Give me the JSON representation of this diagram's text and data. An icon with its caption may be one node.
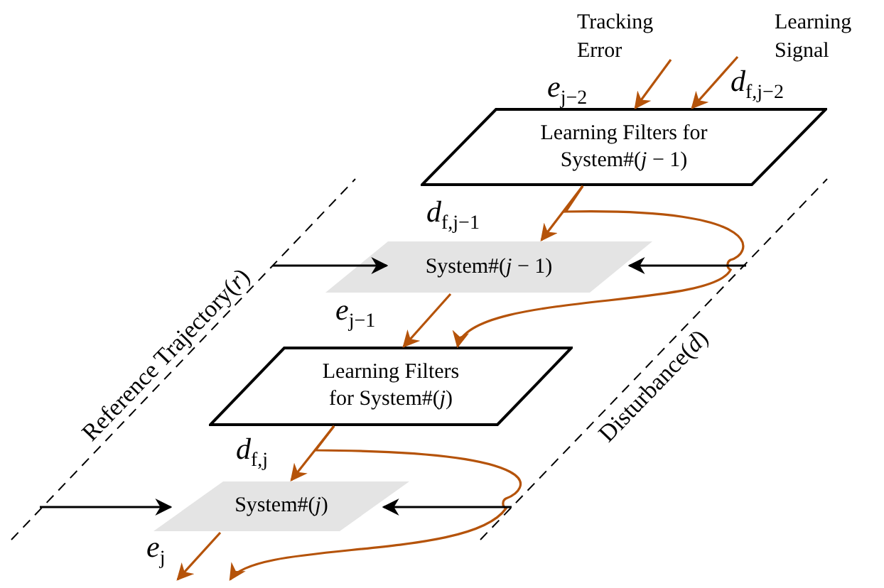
{
  "diagram": {
    "nodes": [
      {
        "text": [
          "Tracking Error"
        ]
      },
      {
        "text": [
          "Learning Signal"
        ]
      },
      {
        "text": [
          "Learning Filters for System#(*j* − 1)"
        ]
      },
      {
        "text": [
          "System#(*j* − 1)"
        ]
      },
      {
        "text": [
          "Learning Filters for System#(*j*)"
        ]
      },
      {
        "text": [
          "System#(*j*)"
        ]
      }
    ],
    "edges": [
      {
        "from": 0,
        "to": 2,
        "arrow": "to",
        "label": "*e*$_{j−2}$"
      },
      {
        "from": 1,
        "to": 2,
        "arrow": "to",
        "label": "*d*$_{f,j−2}$"
      },
      {
        "from": 2,
        "to": 3,
        "arrow": "to",
        "label": "*d*$_{f,j−1}$"
      },
      {
        "from": 2,
        "to": 4,
        "arrow": "to"
      },
      {
        "from": null,
        "to": 3,
        "arrow": "to",
        "color": "#000000"
      },
      {
        "from": null,
        "to": 3,
        "arrow": "to",
        "color": "#000000"
      },
      {
        "from": 3,
        "to": 4,
        "arrow": "to",
        "label": "*e*$_{j−1}$"
      },
      {
        "from": 4,
        "to": 5,
        "arrow": "to",
        "label": "*d*$_{f,j}$"
      },
      {
        "from": 4,
        "to": null,
        "arrow": "to"
      },
      {
        "from": null,
        "to": 5,
        "arrow": "to",
        "color": "#000000"
      },
      {
        "from": null,
        "to": 5,
        "arrow": "to",
        "color": "#000000"
      },
      {
        "from": 5,
        "to": null,
        "arrow": "to",
        "label": "*e*$_{j}$"
      }
    ],
    "labels": [
      "Reference Trajectory(*r*)",
      "Disturbance(*d*)"
    ]
  }
}
